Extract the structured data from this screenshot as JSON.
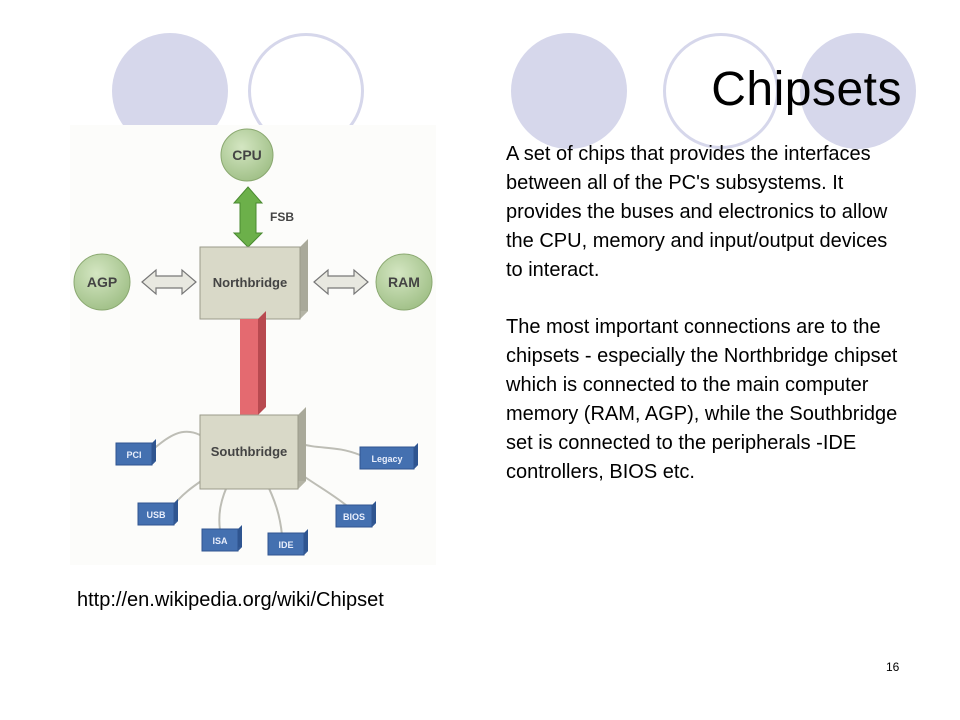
{
  "slide": {
    "title": "Chipsets",
    "paragraphs": [
      "A set of chips that provides the interfaces between all of the PC's subsystems. It provides the buses and electronics to allow the CPU, memory and input/output devices to interact.",
      "The most important connections are to the chipsets - especially the Northbridge chipset which is connected to the main computer memory (RAM, AGP), while the Southbridge set is connected to the peripherals -IDE controllers, BIOS etc."
    ],
    "caption": "http://en.wikipedia.org/wiki/Chipset",
    "number": "16"
  },
  "diagram": {
    "cpu": "CPU",
    "fsb": "FSB",
    "agp": "AGP",
    "ram": "RAM",
    "northbridge": "Northbridge",
    "southbridge": "Southbridge",
    "pci": "PCI",
    "legacy": "Legacy",
    "usb": "USB",
    "bios": "BIOS",
    "isa": "ISA",
    "ide": "IDE"
  },
  "colors": {
    "accent_circle": "#d6d7eb",
    "component_green": "#b5cf9e",
    "chip_box": "#d9d9c8",
    "port_blue": "#4470b0",
    "bus_red": "#e46a70",
    "arrow_green": "#6cb04a"
  }
}
